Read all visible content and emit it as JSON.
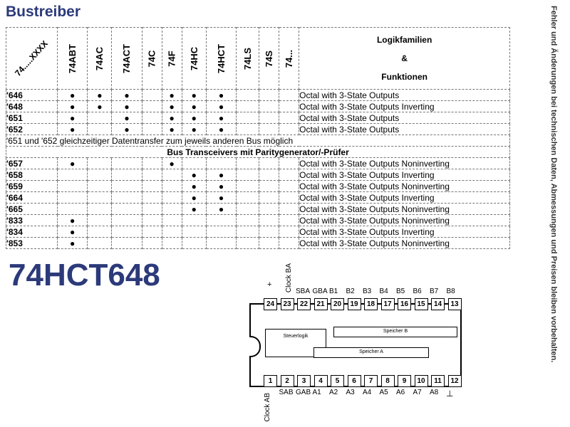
{
  "title": "Bustreiber",
  "part_number": "74HCT648",
  "side_note": "Fehler und Änderungen bei technischen Daten, Abmessungen und Preisen bleiben vorbehalten.",
  "table": {
    "corner_label": "74.....XXXX",
    "families": [
      "74ABT",
      "74AC",
      "74ACT",
      "74C",
      "74F",
      "74HC",
      "74HCT",
      "74LS",
      "74S",
      "74..."
    ],
    "logik_header": [
      "Logikfamilien",
      "&",
      "Funktionen"
    ],
    "dot_symbol": "●",
    "rows_group1": [
      {
        "code": "'646",
        "dots": [
          1,
          1,
          1,
          0,
          1,
          1,
          1,
          0,
          0,
          0
        ],
        "function": "Octal with 3-State Outputs"
      },
      {
        "code": "'648",
        "dots": [
          1,
          1,
          1,
          0,
          1,
          1,
          1,
          0,
          0,
          0
        ],
        "function": "Octal with 3-State Outputs Inverting"
      },
      {
        "code": "'651",
        "dots": [
          1,
          0,
          1,
          0,
          1,
          1,
          1,
          0,
          0,
          0
        ],
        "function": "Octal with 3-State Outputs"
      },
      {
        "code": "'652",
        "dots": [
          1,
          0,
          1,
          0,
          1,
          1,
          1,
          0,
          0,
          0
        ],
        "function": "Octal with 3-State Outputs"
      }
    ],
    "note": "'651 und '652 gleichzeitiger Datentransfer zum jeweils anderen Bus möglich",
    "section_title": "Bus Transceivers mit Paritygenerator/-Prüfer",
    "rows_group2": [
      {
        "code": "'657",
        "dots": [
          1,
          0,
          0,
          0,
          1,
          0,
          0,
          0,
          0,
          0
        ],
        "function": "Octal with 3-State Outputs Noninverting"
      },
      {
        "code": "'658",
        "dots": [
          0,
          0,
          0,
          0,
          0,
          1,
          1,
          0,
          0,
          0
        ],
        "function": "Octal with 3-State Outputs Inverting"
      },
      {
        "code": "'659",
        "dots": [
          0,
          0,
          0,
          0,
          0,
          1,
          1,
          0,
          0,
          0
        ],
        "function": "Octal with 3-State Outputs Noninverting"
      },
      {
        "code": "'664",
        "dots": [
          0,
          0,
          0,
          0,
          0,
          1,
          1,
          0,
          0,
          0
        ],
        "function": "Octal with 3-State Outputs Inverting"
      },
      {
        "code": "'665",
        "dots": [
          0,
          0,
          0,
          0,
          0,
          1,
          1,
          0,
          0,
          0
        ],
        "function": "Octal with 3-State Outputs Noninverting"
      },
      {
        "code": "'833",
        "dots": [
          1,
          0,
          0,
          0,
          0,
          0,
          0,
          0,
          0,
          0
        ],
        "function": "Octal with 3-State Outputs Noninverting"
      },
      {
        "code": "'834",
        "dots": [
          1,
          0,
          0,
          0,
          0,
          0,
          0,
          0,
          0,
          0
        ],
        "function": "Octal with 3-State Outputs Inverting"
      },
      {
        "code": "'853",
        "dots": [
          1,
          0,
          0,
          0,
          0,
          0,
          0,
          0,
          0,
          0
        ],
        "function": "Octal with 3-State Outputs Noninverting"
      }
    ]
  },
  "ic": {
    "top_pins": [
      "24",
      "23",
      "22",
      "21",
      "20",
      "19",
      "18",
      "17",
      "16",
      "15",
      "14",
      "13"
    ],
    "bottom_pins": [
      "1",
      "2",
      "3",
      "4",
      "5",
      "6",
      "7",
      "8",
      "9",
      "10",
      "11",
      "12"
    ],
    "top_labels": [
      "SBA",
      "GBA",
      "B1",
      "B2",
      "B3",
      "B4",
      "B5",
      "B6",
      "B7",
      "B8"
    ],
    "top_vertical_label": "Clock BA",
    "vcc_symbol": "+",
    "bottom_labels": [
      "SAB",
      "GAB",
      "A1",
      "A2",
      "A3",
      "A4",
      "A5",
      "A6",
      "A7",
      "A8"
    ],
    "bottom_vertical_label": "Clock AB",
    "ground_symbol": "⊥",
    "block_steuer": "Steuerlogik",
    "block_speicher_b": "Speicher B",
    "block_speicher_a": "Speicher A"
  }
}
